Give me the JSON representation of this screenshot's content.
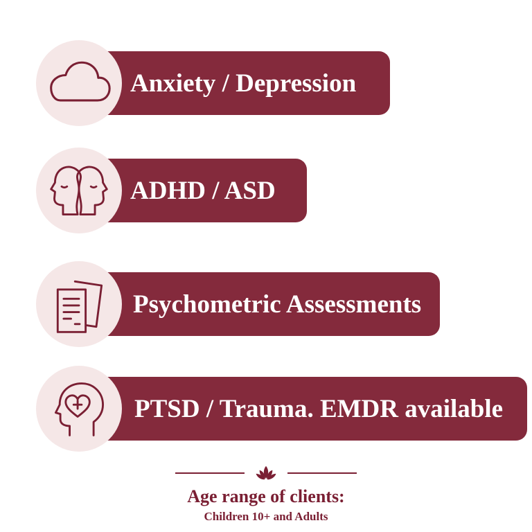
{
  "accent_color": "#842a3c",
  "circle_color": "#f5e7e7",
  "services": [
    {
      "label": "Anxiety / Depression",
      "icon": "cloud-icon"
    },
    {
      "label": "ADHD / ASD",
      "icon": "two-heads-icon"
    },
    {
      "label": "Psychometric Assessments",
      "icon": "documents-icon"
    },
    {
      "label": "PTSD / Trauma. EMDR available",
      "icon": "head-heart-icon"
    }
  ],
  "footer": {
    "icon": "lotus-icon",
    "title": "Age range of clients:",
    "subtitle": "Children 10+ and Adults"
  }
}
